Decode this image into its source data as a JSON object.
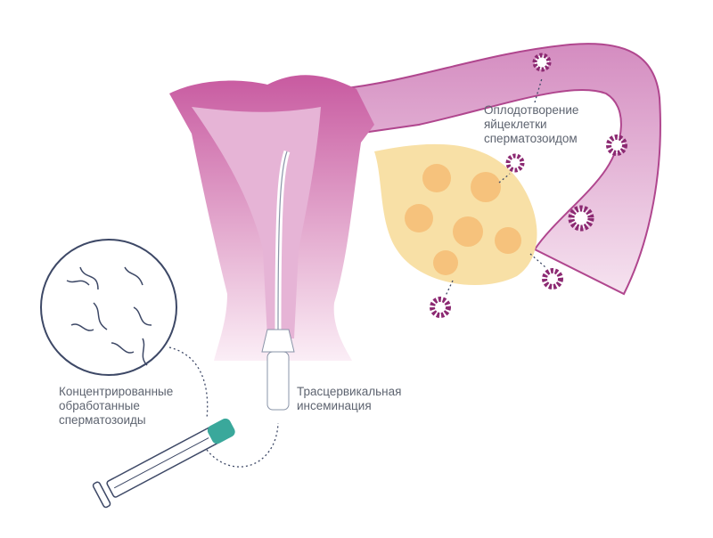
{
  "labels": {
    "fertilization": [
      "Оплодотворение",
      "яйцеклетки",
      "сперматозоидом"
    ],
    "sperm": [
      "Концентрированные",
      "обработанные",
      "сперматозоиды"
    ],
    "insemination": [
      "Трасцервикальная",
      "инсеминация"
    ]
  },
  "colors": {
    "uterus": "#c85aa0",
    "uterus_inner": "#e6b4d6",
    "tube": "#d99bc8",
    "ovary": "#f8e0a6",
    "follicle": "#f6c27c",
    "egg": "#8c2a72",
    "outline": "#3d4866",
    "syringe_tip": "#3aa89b"
  }
}
